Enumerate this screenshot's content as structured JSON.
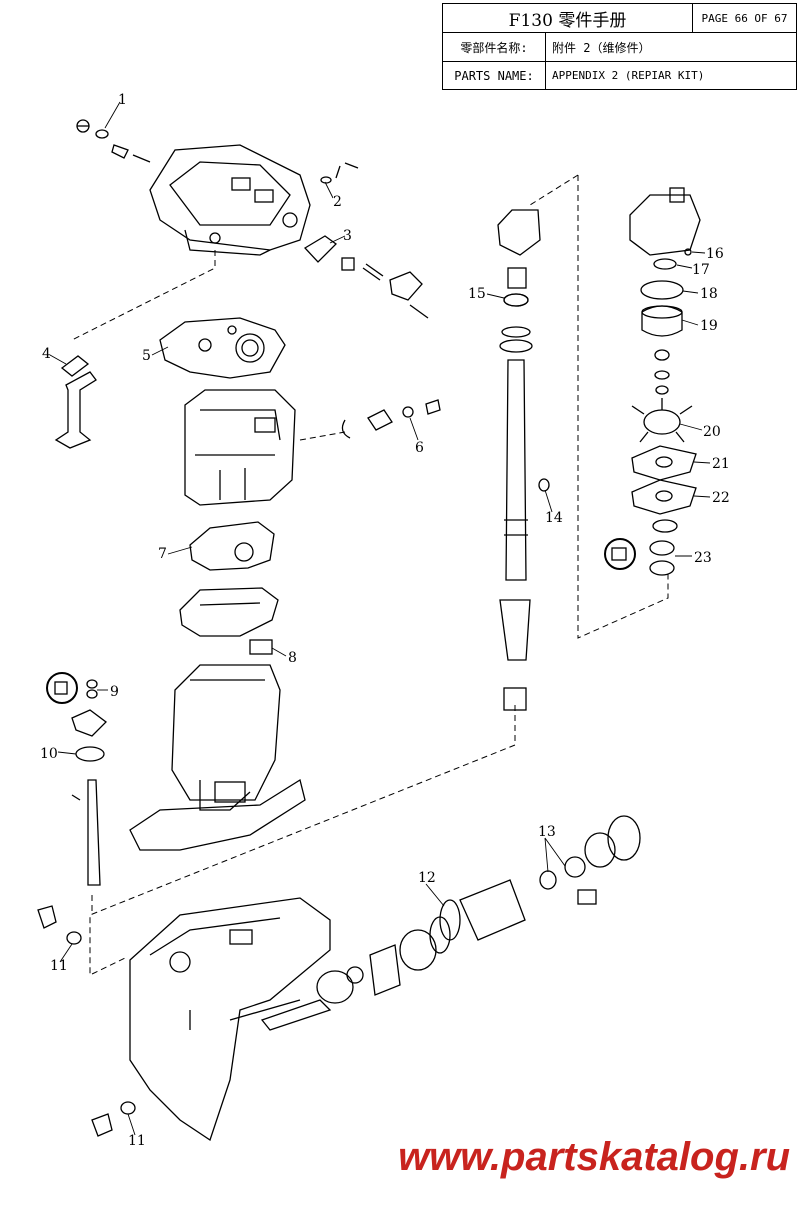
{
  "header": {
    "title": "F130 零件手册",
    "page": "PAGE 66 OF 67",
    "name_label_cn": "零部件名称:",
    "name_value_cn": "附件 2（维修件）",
    "name_label_en": "PARTS NAME:",
    "name_value_en": "APPENDIX 2 (REPIAR KIT)"
  },
  "callouts": [
    "1",
    "2",
    "3",
    "4",
    "5",
    "6",
    "7",
    "8",
    "9",
    "10",
    "11",
    "12",
    "13",
    "14",
    "15",
    "16",
    "17",
    "18",
    "19",
    "20",
    "21",
    "22",
    "23",
    "11"
  ],
  "watermark": "www.partskatalog.ru",
  "colors": {
    "line": "#000000",
    "watermark": "#c8231e"
  }
}
